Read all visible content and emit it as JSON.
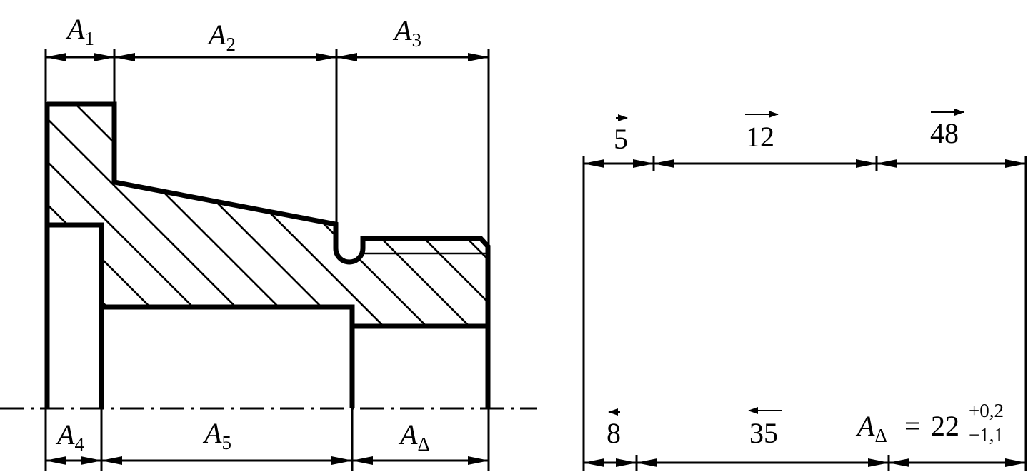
{
  "left_drawing": {
    "dims_top": [
      {
        "letter": "A",
        "sub": "1"
      },
      {
        "letter": "A",
        "sub": "2"
      },
      {
        "letter": "A",
        "sub": "3"
      }
    ],
    "dims_bottom": [
      {
        "letter": "A",
        "sub": "4"
      },
      {
        "letter": "A",
        "sub": "5"
      },
      {
        "letter": "A",
        "sub": "Δ"
      }
    ]
  },
  "right_chain": {
    "top": [
      {
        "value": "5",
        "direction": "right"
      },
      {
        "value": "12",
        "direction": "right"
      },
      {
        "value": "48",
        "direction": "right"
      }
    ],
    "bottom": [
      {
        "value": "8",
        "direction": "left"
      },
      {
        "value": "35",
        "direction": "left"
      }
    ],
    "closing": {
      "letter": "A",
      "sub": "Δ",
      "equals": "=",
      "nominal": "22",
      "upper": "+0,2",
      "lower": "−1,1"
    }
  }
}
